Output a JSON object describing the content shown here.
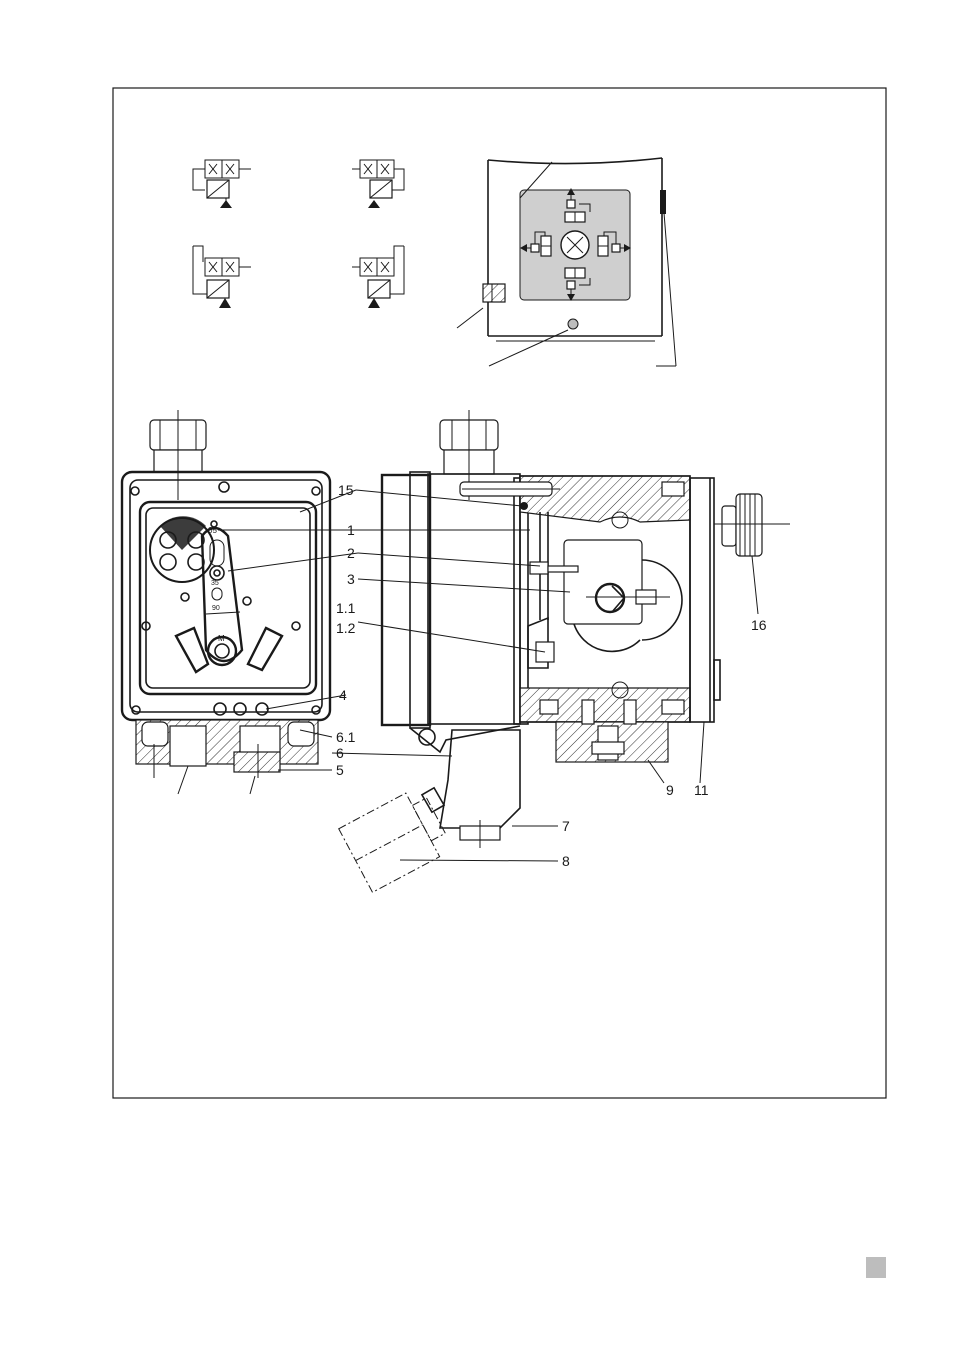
{
  "callouts": {
    "c15": "15",
    "c1": "1",
    "c2": "2",
    "c3": "3",
    "c1_1": "1.1",
    "c1_2": "1.2",
    "c4": "4",
    "c6_1": "6.1",
    "c6": "6",
    "c5": "5",
    "c16": "16",
    "c9": "9",
    "c11": "11",
    "c7": "7",
    "c8": "8"
  },
  "front_view": {
    "dial_marks": [
      "05",
      "35",
      "90",
      "M"
    ]
  },
  "colors": {
    "line": "#1a1a1a",
    "plate_fill": "#cfcfcf",
    "page_marker": "#bdbdbd"
  }
}
